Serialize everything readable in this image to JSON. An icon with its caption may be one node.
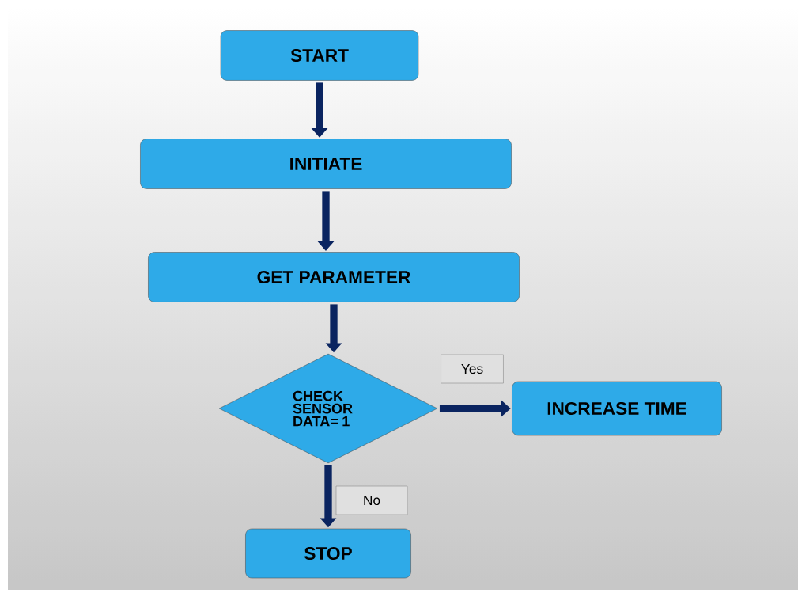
{
  "diagram": {
    "nodes": [
      {
        "text": [
          "START"
        ]
      },
      {
        "text": [
          "INITIATE"
        ]
      },
      {
        "text": [
          "GET PARAMETER"
        ]
      },
      {
        "text": [
          "CHECK SENSOR DATA= 1"
        ]
      },
      {
        "text": [
          "INCREASE TIME"
        ]
      },
      {
        "text": [
          "STOP"
        ]
      }
    ],
    "edges": [
      {
        "from": 0,
        "to": 1,
        "arrow": "to"
      },
      {
        "from": 1,
        "to": 2,
        "arrow": "to"
      },
      {
        "from": 2,
        "to": 3,
        "arrow": "to"
      },
      {
        "from": 3,
        "to": 4,
        "arrow": "to",
        "label": "Yes"
      },
      {
        "from": 3,
        "to": 5,
        "arrow": "to",
        "label": "No"
      }
    ]
  }
}
